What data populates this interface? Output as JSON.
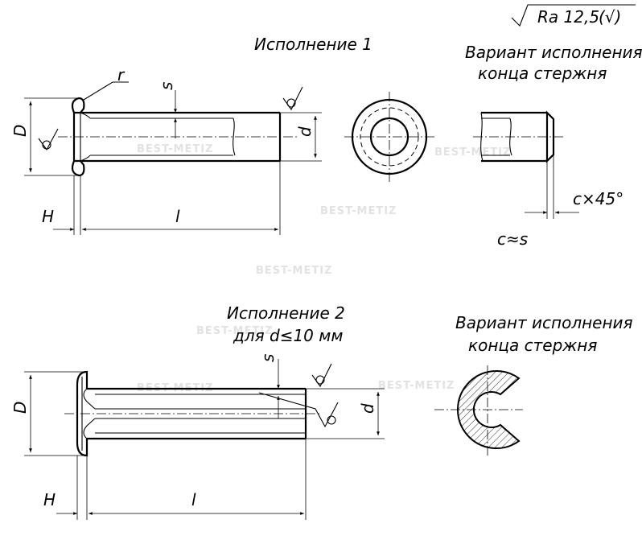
{
  "roughness": {
    "main": "Ra 12,5",
    "paren": "(√)"
  },
  "view1": {
    "title": "Исполнение 1",
    "labels": {
      "D": "D",
      "d": "d",
      "r": "r",
      "s": "s",
      "H": "H",
      "l": "l"
    }
  },
  "end_variant_1": {
    "title_line1": "Вариант исполнения",
    "title_line2": "конца стержня",
    "chamfer": "c×45°",
    "relation": "c≈s"
  },
  "view2": {
    "title_line1": "Исполнение 2",
    "title_line2": "для d≤10 мм",
    "labels": {
      "D": "D",
      "d": "d",
      "s": "s",
      "H": "H",
      "l": "l"
    }
  },
  "end_variant_2": {
    "title_line1": "Вариант исполнения",
    "title_line2": "конца стержня"
  },
  "watermark": "BEST-METIZ"
}
